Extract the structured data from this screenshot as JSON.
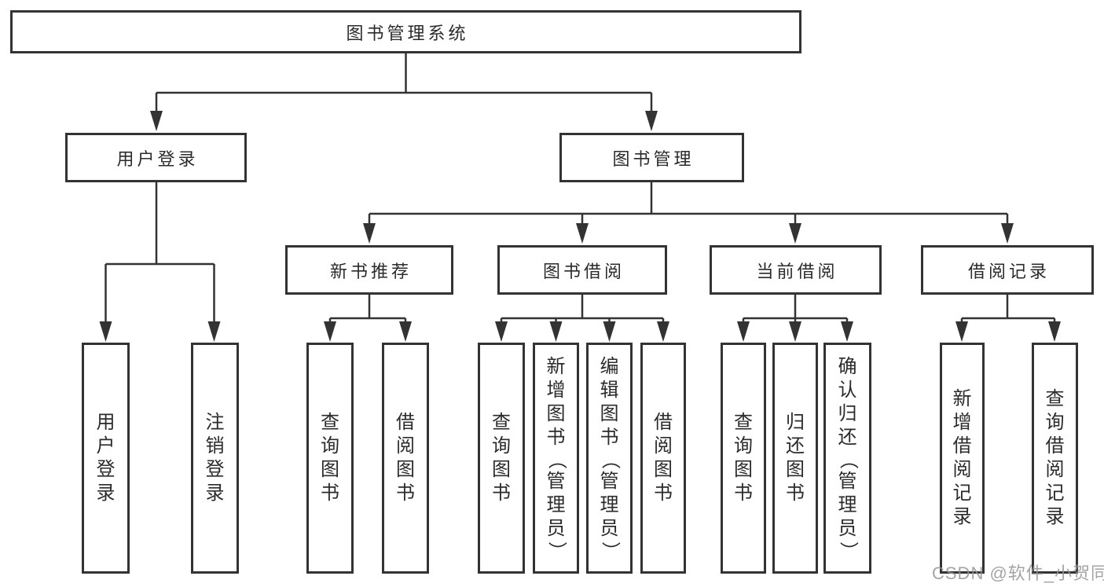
{
  "diagram_title": "图书管理系统",
  "tree": {
    "label": "图书管理系统",
    "children": [
      {
        "label": "用户登录",
        "children": [
          {
            "label": "用户登录"
          },
          {
            "label": "注销登录"
          }
        ]
      },
      {
        "label": "图书管理",
        "children": [
          {
            "label": "新书推荐",
            "children": [
              {
                "label": "查询图书"
              },
              {
                "label": "借阅图书"
              }
            ]
          },
          {
            "label": "图书借阅",
            "children": [
              {
                "label": "查询图书"
              },
              {
                "label": "新增图书（管理员）"
              },
              {
                "label": "编辑图书（管理员）"
              },
              {
                "label": "借阅图书"
              }
            ]
          },
          {
            "label": "当前借阅",
            "children": [
              {
                "label": "查询图书"
              },
              {
                "label": "归还图书"
              },
              {
                "label": "确认归还（管理员）"
              }
            ]
          },
          {
            "label": "借阅记录",
            "children": [
              {
                "label": "新增借阅记录"
              },
              {
                "label": "查询借阅记录"
              }
            ]
          }
        ]
      }
    ]
  },
  "watermark": "CSDN @软件_小贺同学",
  "colors": {
    "line": "#333333",
    "box_border": "#333333",
    "box_fill": "#ffffff",
    "text": "#2b2b2b",
    "watermark": "#949494"
  }
}
